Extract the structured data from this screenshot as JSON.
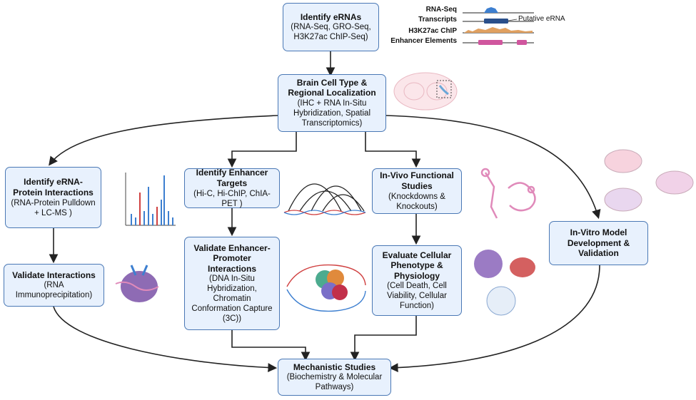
{
  "boxes": {
    "identify_ernas": {
      "title": "Identify eRNAs",
      "sub": "(RNA-Seq, GRO-Seq, H3K27ac ChIP-Seq)"
    },
    "brain_cell": {
      "title": "Brain Cell Type & Regional Localization",
      "sub": "(IHC + RNA In-Situ Hybridization, Spatial Transcriptomics)"
    },
    "erna_protein": {
      "title": "Identify eRNA-Protein Interactions",
      "sub": "(RNA-Protein Pulldown + LC-MS )"
    },
    "enhancer_targets": {
      "title": "Identify Enhancer Targets",
      "sub": "(Hi-C, Hi-ChIP, ChIA-PET )"
    },
    "invivo": {
      "title": "In-Vivo Functional Studies",
      "sub": "(Knockdowns & Knockouts)"
    },
    "invitro": {
      "title": "In-Vitro Model Development & Validation",
      "sub": ""
    },
    "validate_interactions": {
      "title": "Validate Interactions",
      "sub": "(RNA Immunoprecipitation)"
    },
    "validate_ep": {
      "title": "Validate Enhancer-Promoter Interactions",
      "sub": "(DNA In-Situ Hybridization, Chromatin Conformation Capture (3C))"
    },
    "evaluate": {
      "title": "Evaluate Cellular Phenotype & Physiology",
      "sub": "(Cell Death, Cell Viability, Cellular Function)"
    },
    "mechanistic": {
      "title": "Mechanistic Studies",
      "sub": "(Biochemistry & Molecular Pathways)"
    }
  },
  "tracks": {
    "rna_seq": "RNA-Seq",
    "transcripts": "Transcripts",
    "putative": "Putative eRNA",
    "h3k27ac": "H3K27ac ChIP",
    "enhancer": "Enhancer Elements"
  },
  "colors": {
    "box_fill": "#e8f1fd",
    "box_border": "#4a78b5",
    "arrow": "#222222",
    "pink": "#d0569e",
    "blue": "#3d7fd0",
    "orange": "#e0a060"
  }
}
